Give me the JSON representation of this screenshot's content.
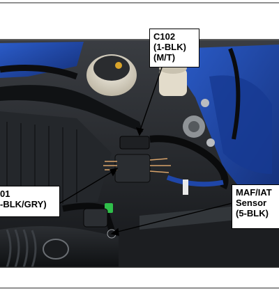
{
  "callouts": {
    "c102": {
      "line1": "C102",
      "line2": "(1-BLK)",
      "line3": "(M/T)"
    },
    "c101": {
      "line1": "01",
      "line2": "-BLK/GRY)"
    },
    "maf": {
      "line1": "MAF/IAT",
      "line2": "Sensor",
      "line3": "(5-BLK)"
    }
  },
  "colors": {
    "background": "#ffffff",
    "engine_bay_dark": "#1b1d20",
    "body_blue": "#1f46a8",
    "reservoir_cream": "#e8e2d2",
    "connector_green": "#2fbf4a",
    "leader_line": "#000000"
  }
}
